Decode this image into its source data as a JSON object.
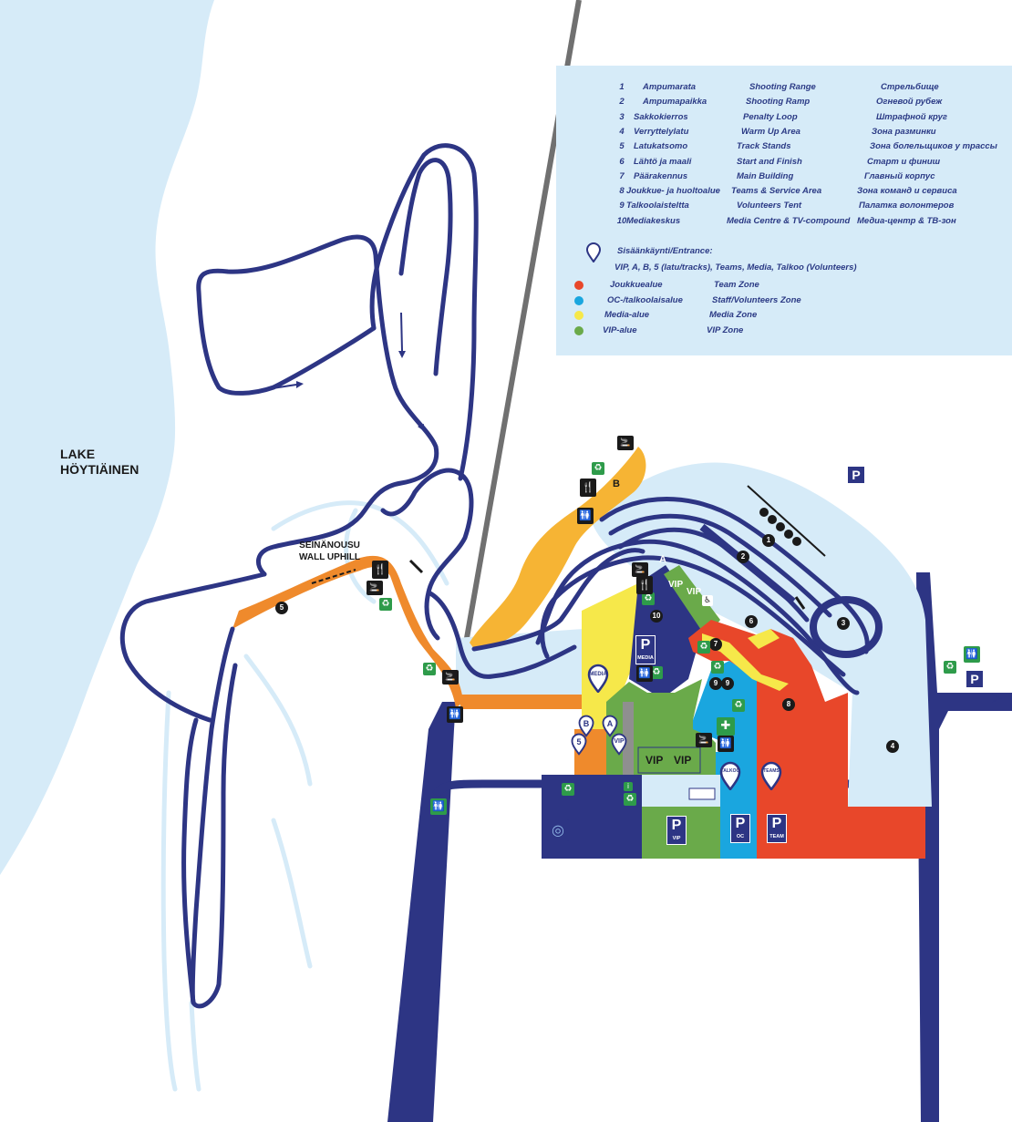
{
  "lake": {
    "line1": "LAKE",
    "line2": "HÖYTIÄINEN"
  },
  "wall_uphill": {
    "line1": "SEINÄNOUSU",
    "line2": "WALL UPHILL"
  },
  "legend": {
    "items": [
      {
        "num": "1",
        "fi": "Ampumarata",
        "en": "Shooting Range",
        "ru": "Стрельбище"
      },
      {
        "num": "2",
        "fi": "Ampumapaikka",
        "en": "Shooting Ramp",
        "ru": "Огневой рубеж"
      },
      {
        "num": "3",
        "fi": "Sakkokierros",
        "en": "Penalty Loop",
        "ru": "Штрафной круг"
      },
      {
        "num": "4",
        "fi": "Verryttelylatu",
        "en": "Warm Up Area",
        "ru": "Зона разминки"
      },
      {
        "num": "5",
        "fi": "Latukatsomo",
        "en": "Track Stands",
        "ru": "Зона болельщиков у трассы"
      },
      {
        "num": "6",
        "fi": "Lähtö ja maali",
        "en": "Start and Finish",
        "ru": "Старт и финиш"
      },
      {
        "num": "7",
        "fi": "Päärakennus",
        "en": "Main Building",
        "ru": "Главный корпус"
      },
      {
        "num": "8",
        "fi": "Joukkue- ja huoltoalue",
        "en": "Teams & Service Area",
        "ru": "Зона команд и сервиса"
      },
      {
        "num": "9",
        "fi": "Talkoolaisteltta",
        "en": "Volunteers Tent",
        "ru": "Палатка волонтеров"
      },
      {
        "num": "10",
        "fi": "Mediakeskus",
        "en": "Media Centre & TV-compound",
        "ru": "Медиа-центр & ТВ-зон"
      }
    ],
    "entrance_title": "Sisäänkäynti/Entrance:",
    "entrance_list": "VIP, A, B, 5 (latu/tracks), Teams, Media, Talkoo (Volunteers)",
    "zones": [
      {
        "fi": "Joukkuealue",
        "en": "Team Zone",
        "color": "#e8472a"
      },
      {
        "fi": "OC-/talkoolaisalue",
        "en": "Staff/Volunteers Zone",
        "color": "#1aa6df"
      },
      {
        "fi": "Media-alue",
        "en": "Media Zone",
        "color": "#f6e84a"
      },
      {
        "fi": "VIP-alue",
        "en": "VIP Zone",
        "color": "#6aaa4a"
      }
    ]
  },
  "markers": {
    "n1": "1",
    "n2": "2",
    "n3": "3",
    "n4": "4",
    "n5": "5",
    "n6": "6",
    "n7": "7",
    "n8": "8",
    "n9a": "9",
    "n9b": "9",
    "n10": "10"
  },
  "area_labels": {
    "b": "B",
    "a": "A",
    "vip1": "VIP",
    "vip2": "VIP",
    "vip3": "VIP",
    "vip4": "VIP"
  },
  "pins": {
    "media": "MEDIA",
    "b": "B",
    "five": "5",
    "a": "A",
    "vip": "VIP",
    "talkoo": "TALKOO",
    "teams": "TEAMS"
  },
  "parking": {
    "p": "P",
    "media": "MEDIA",
    "vip": "VIP",
    "oc": "OC",
    "team": "TEAM"
  },
  "colors": {
    "track": "#2d3584",
    "lake": "#d6ebf8",
    "orange": "#ef8a2c",
    "amber": "#f6b434",
    "team": "#e8472a",
    "staff": "#1aa6df",
    "media": "#f6e84a",
    "vip": "#6aaa4a",
    "road": "#2d3584",
    "rail": "#707070"
  }
}
